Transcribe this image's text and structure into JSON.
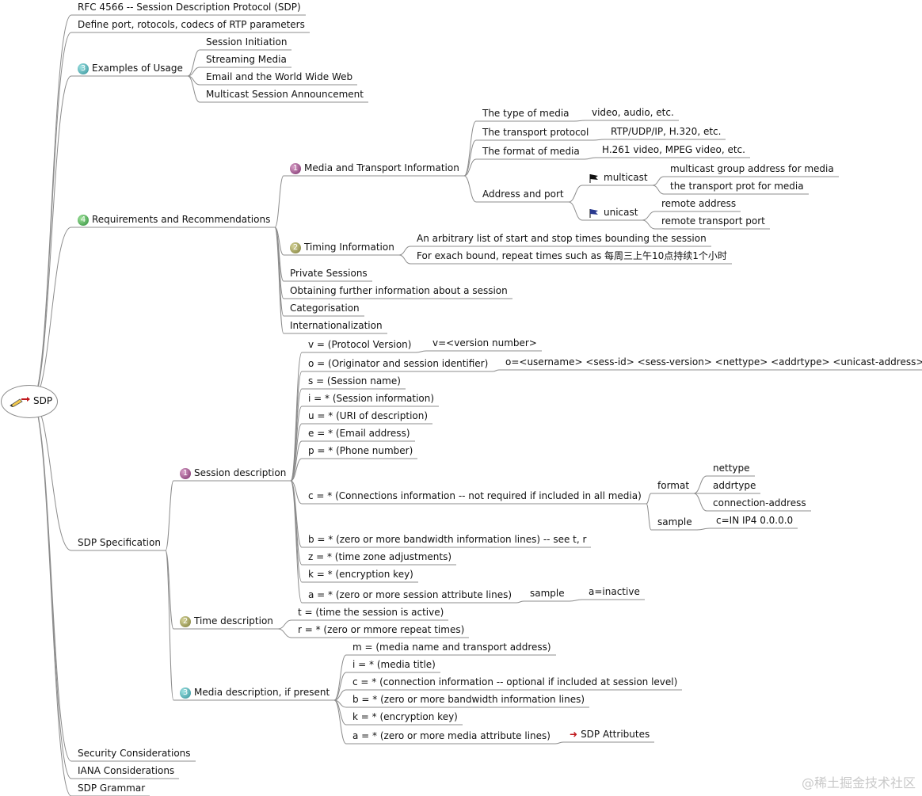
{
  "root": {
    "label": "SDP"
  },
  "top": {
    "rfc": "RFC 4566 -- Session Description Protocol (SDP)",
    "define": "Define port, rotocols, codecs of RTP parameters",
    "examples": "Examples of Usage",
    "requirements": "Requirements and Recommendations",
    "spec": "SDP Specification",
    "security": "Security Considerations",
    "iana": "IANA Considerations",
    "grammar": "SDP Grammar"
  },
  "examples": {
    "badge": "3",
    "items": [
      "Session Initiation",
      "Streaming Media",
      "Email and the World Wide Web",
      "Multicast Session Announcement"
    ]
  },
  "requirements": {
    "badge": "4",
    "media_transport": {
      "badge": "1",
      "label": "Media and Transport Information",
      "type_of_media": "The type of media",
      "type_of_media_val": "video, audio, etc.",
      "transport_protocol": "The transport protocol",
      "transport_protocol_val": "RTP/UDP/IP, H.320, etc.",
      "format_of_media": "The format of media",
      "format_of_media_val": "H.261 video, MPEG video, etc.",
      "address_port": "Address and port",
      "multicast": "multicast",
      "multicast_items": [
        "multicast group address for media",
        "the transport prot for media"
      ],
      "unicast": "unicast",
      "unicast_items": [
        "remote address",
        "remote transport port"
      ]
    },
    "timing": {
      "badge": "2",
      "label": "Timing Information",
      "items": [
        "An arbitrary list of start and stop times bounding the session",
        "For exach bound, repeat times such as 每周三上午10点持续1个小时"
      ]
    },
    "others": [
      "Private Sessions",
      "Obtaining further information about a session",
      "Categorisation",
      "Internationalization"
    ]
  },
  "spec": {
    "session": {
      "badge": "1",
      "label": "Session description",
      "v": "v = (Protocol Version)",
      "v_val": "v=<version number>",
      "o": "o = (Originator and session identifier)",
      "o_val": "o=<username> <sess-id> <sess-version> <nettype> <addrtype> <unicast-address>",
      "s": "s = (Session name)",
      "i": "i = * (Session information)",
      "u": "u = * (URI of description)",
      "e": "e = * (Email address)",
      "p": "p = * (Phone number)",
      "c": "c = * (Connections information -- not required if included in all media)",
      "c_format": "format",
      "c_format_items": [
        "nettype",
        "addrtype",
        "connection-address"
      ],
      "c_sample": "sample",
      "c_sample_val": "c=IN IP4 0.0.0.0",
      "b": "b = * (zero or more bandwidth information lines) -- see t, r",
      "z": "z = * (time zone adjustments)",
      "k": "k = * (encryption key)",
      "a": "a = * (zero or more session attribute lines)",
      "a_sample": "sample",
      "a_sample_val": "a=inactive"
    },
    "time": {
      "badge": "2",
      "label": "Time description",
      "items": [
        "t = (time the session is active)",
        "r = * (zero or mmore repeat times)"
      ]
    },
    "media": {
      "badge": "3",
      "label": "Media description, if present",
      "items": [
        "m = (media name and transport address)",
        "i = * (media title)",
        "c = * (connection information -- optional if included at session level)",
        "b = * (zero or more bandwidth information lines)",
        "k = * (encryption key)",
        "a = * (zero or more media attribute lines)"
      ],
      "link": "SDP Attributes"
    }
  },
  "watermark": "@稀土掘金技术社区",
  "colors": {
    "line": "#8c8c8c",
    "arrow": "#c0181c"
  }
}
